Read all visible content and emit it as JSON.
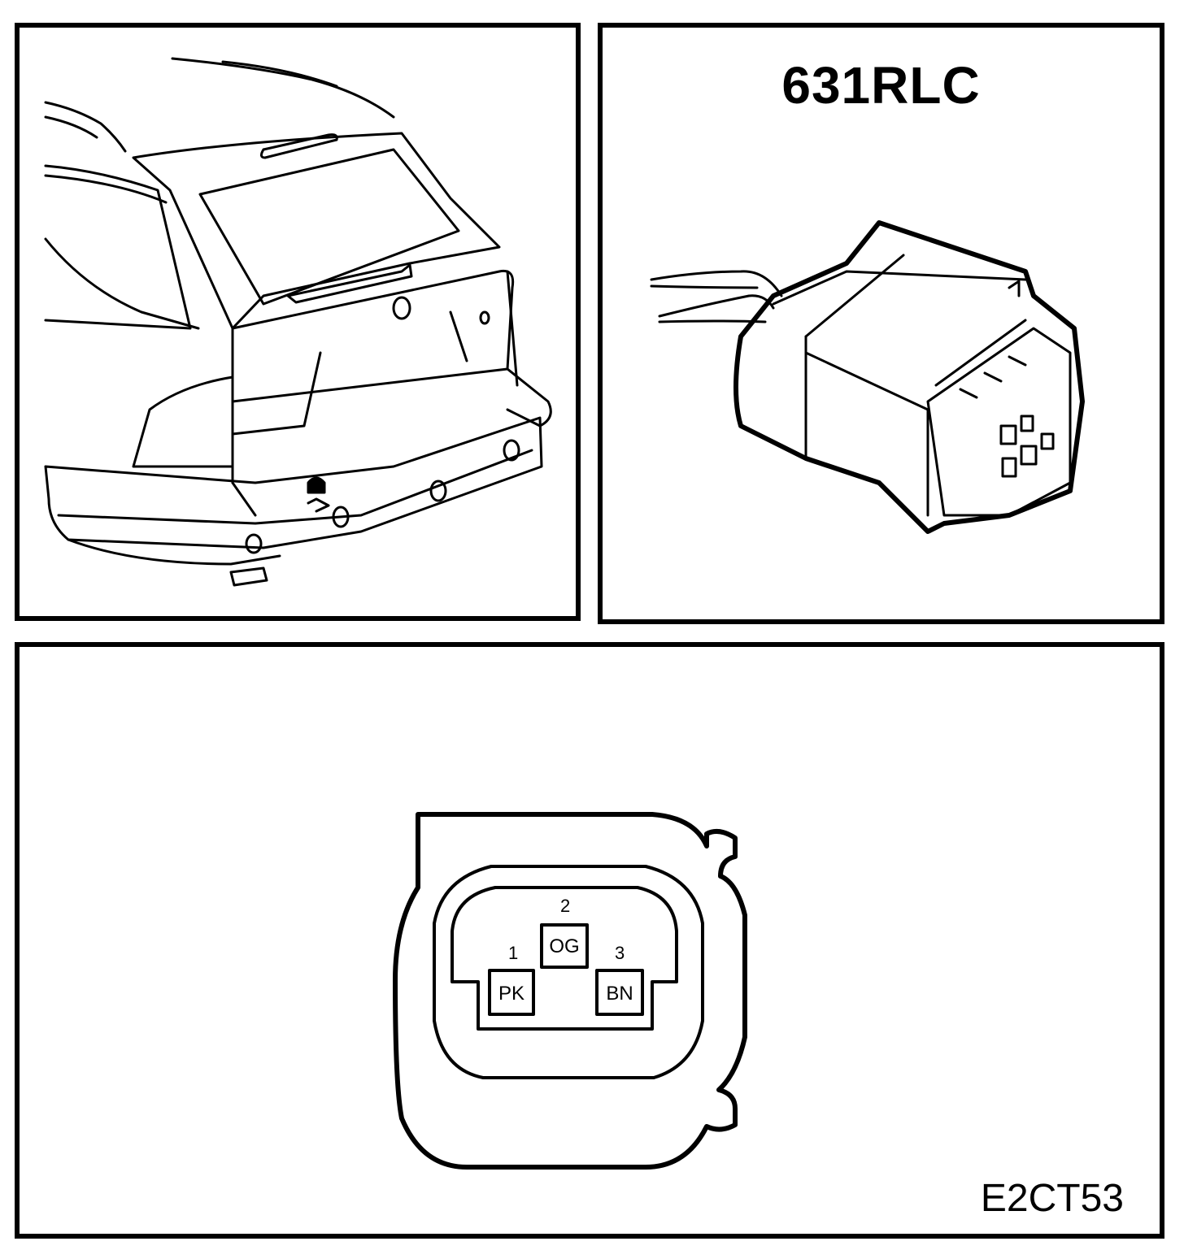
{
  "connector": {
    "code": "631RLC",
    "figure_code": "E2CT53",
    "pins": [
      {
        "number": "1",
        "color": "PK"
      },
      {
        "number": "2",
        "color": "OG"
      },
      {
        "number": "3",
        "color": "BN"
      }
    ]
  },
  "colors": {
    "line": "#000000",
    "background": "#ffffff"
  }
}
